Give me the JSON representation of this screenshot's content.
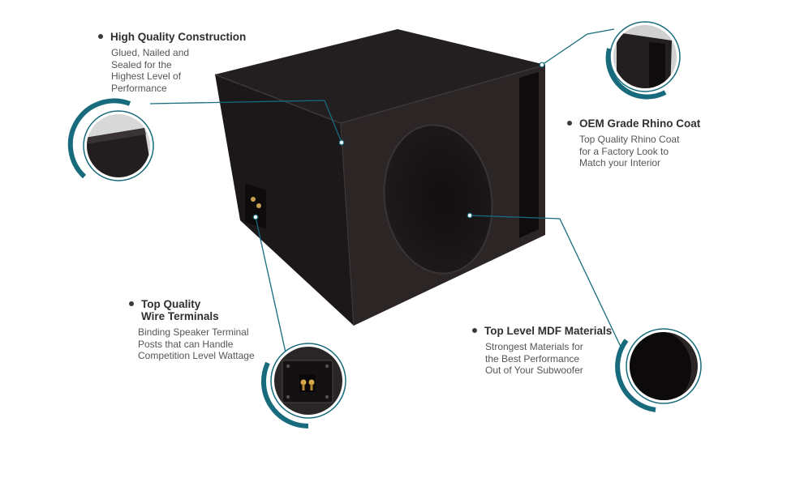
{
  "features": {
    "construction": {
      "title": "High Quality Construction",
      "desc": [
        "Glued, Nailed and",
        "Sealed for the",
        "Highest Level of",
        "Performance"
      ]
    },
    "rhino": {
      "title": "OEM Grade Rhino Coat",
      "desc": [
        "Top Quality Rhino Coat",
        "for a Factory Look to",
        "Match your Interior"
      ]
    },
    "terminals": {
      "title_line1": "Top Quality",
      "title_line2": "Wire Terminals",
      "desc": [
        "Binding Speaker Terminal",
        "Posts that can Handle",
        "Competition Level Wattage"
      ]
    },
    "mdf": {
      "title": "Top Level MDF Materials",
      "desc": [
        "Strongest Materials for",
        "the Best Performance",
        "Out of  Your Subwoofer"
      ]
    }
  },
  "colors": {
    "accent": "#176b7d",
    "box": "#2b2526",
    "box_dark": "#1b1718",
    "box_top": "#231e1f",
    "text": "#333333"
  }
}
